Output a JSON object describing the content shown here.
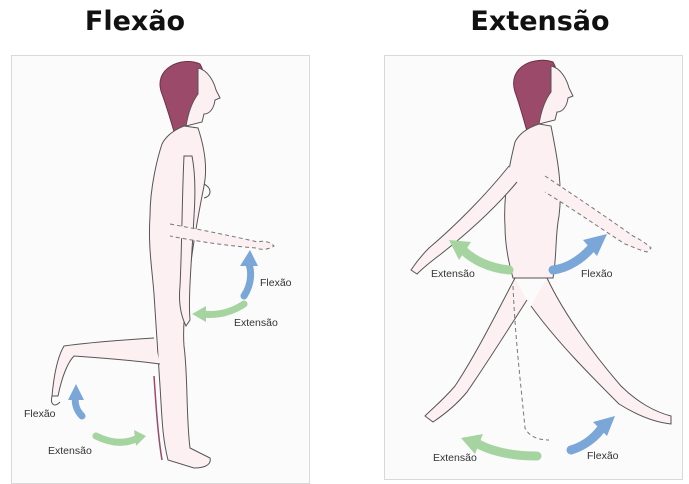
{
  "panels": [
    {
      "title": "Flexão",
      "labels": {
        "hip_flexion": "Flexão",
        "hip_extension": "Extensão",
        "knee_flexion": "Flexão",
        "knee_extension": "Extensão"
      }
    },
    {
      "title": "Extensão",
      "labels": {
        "hip_extension": "Extensão",
        "hip_flexion": "Flexão",
        "foot_extension": "Extensão",
        "foot_flexion": "Flexão"
      }
    }
  ],
  "colors": {
    "flexion_arrow": "#7ba7d8",
    "extension_arrow": "#a6d4a0",
    "hair": "#9c4a6a",
    "skin": "#fdf0f3",
    "outline": "#555555"
  },
  "icons": {
    "flexion_arrow": "up-arrow-icon",
    "extension_arrow": "curved-arrow-icon"
  }
}
